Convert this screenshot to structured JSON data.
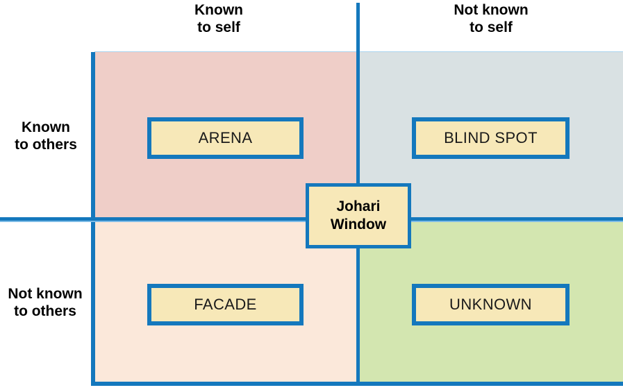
{
  "diagram": {
    "title": "Johari Window",
    "center_label": "Johari\nWindow",
    "colors": {
      "accent": "#1478bd",
      "plate_fill": "#f7e8b8",
      "quadrant_arena": "#efcec8",
      "quadrant_blind_spot": "#d9e1e3",
      "quadrant_facade": "#fbe8da",
      "quadrant_unknown": "#d3e6b0",
      "text": "#000000",
      "background": "#ffffff"
    }
  },
  "axes": {
    "columns": [
      {
        "id": "known-self",
        "label": "Known\nto self"
      },
      {
        "id": "not-known-self",
        "label": "Not known\nto self"
      }
    ],
    "rows": [
      {
        "id": "known-others",
        "label": "Known\nto others"
      },
      {
        "id": "not-known-others",
        "label": "Not known\nto others"
      }
    ]
  },
  "quadrants": [
    {
      "id": "arena",
      "label": "ARENA",
      "row": "Known to others",
      "column": "Known to self",
      "fill": "#efcec8"
    },
    {
      "id": "blind-spot",
      "label": "BLIND SPOT",
      "row": "Known to others",
      "column": "Not known to self",
      "fill": "#d9e1e3"
    },
    {
      "id": "facade",
      "label": "FACADE",
      "row": "Not known to others",
      "column": "Known to self",
      "fill": "#fbe8da"
    },
    {
      "id": "unknown",
      "label": "UNKNOWN",
      "row": "Not known to others",
      "column": "Not known to self",
      "fill": "#d3e6b0"
    }
  ]
}
